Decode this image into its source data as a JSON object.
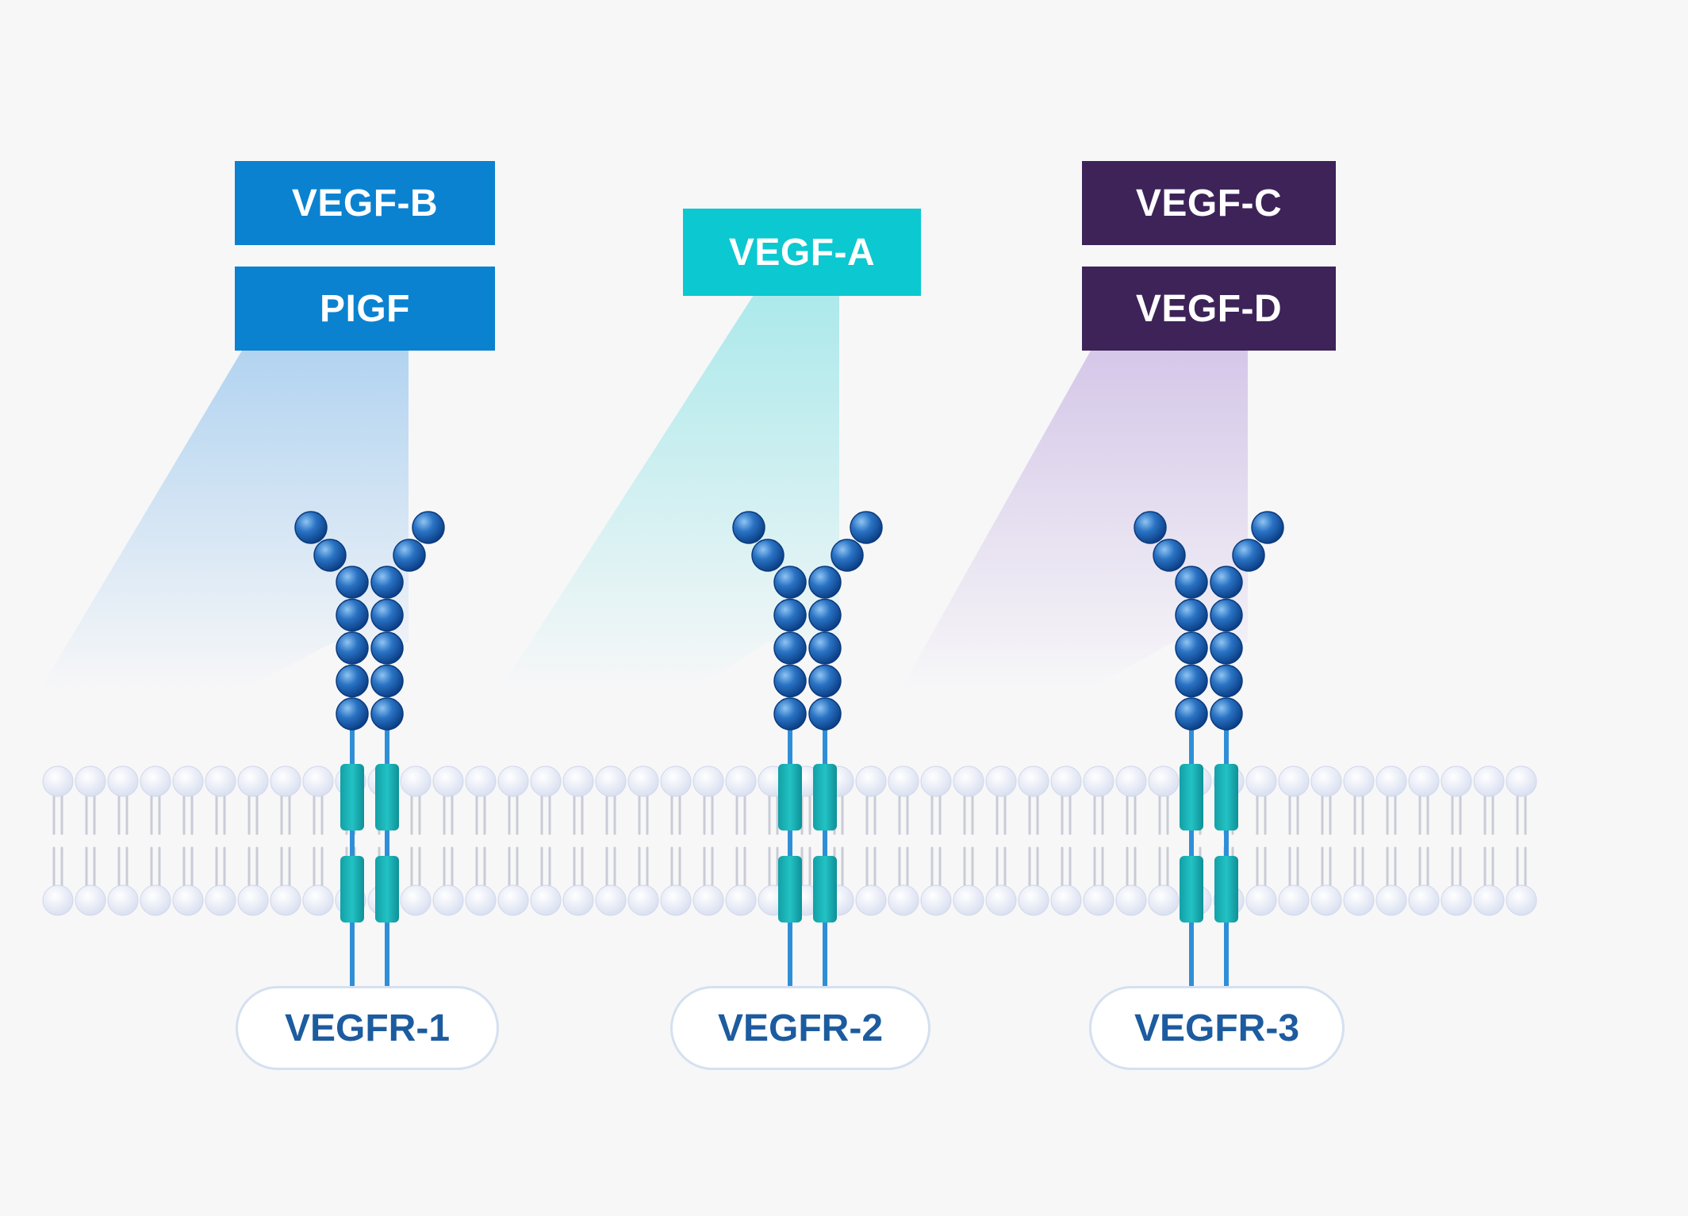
{
  "colors": {
    "background": "#f7f7f8",
    "flt_blue": "#0b82d0",
    "vegfa_cyan": "#0cc8d0",
    "lymph_purple": "#3d2358",
    "receptor_label": "#1d5b9f",
    "bead_blue": "#1a5fb0",
    "tm_domain": "#1aaeb0",
    "membrane_head": "#e4e9f6"
  },
  "ligands": {
    "vegf_b": "VEGF-B",
    "pigf": "PIGF",
    "vegf_a": "VEGF-A",
    "vegf_c": "VEGF-C",
    "vegf_d": "VEGF-D"
  },
  "receptors": {
    "r1": "VEGFR-1",
    "r2": "VEGFR-2",
    "r3": "VEGFR-3"
  }
}
